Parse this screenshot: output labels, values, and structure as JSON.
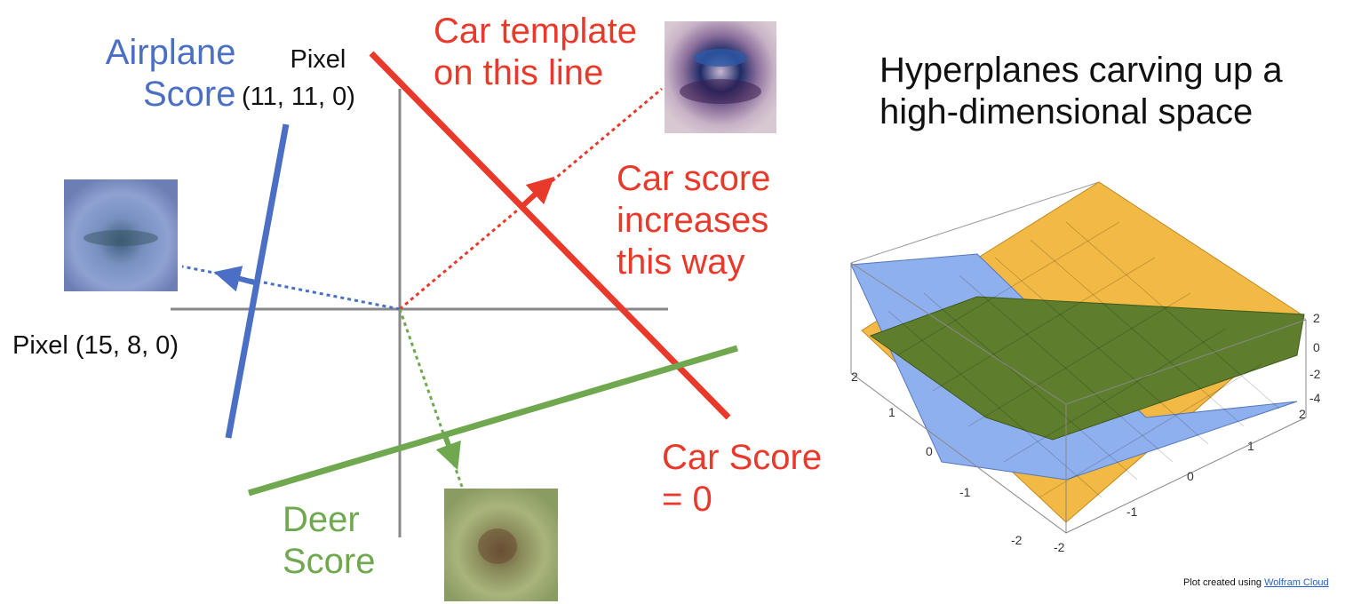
{
  "labels": {
    "airplane_score": [
      "Airplane",
      "Score"
    ],
    "pixel_11": [
      "Pixel",
      "(11, 11, 0)"
    ],
    "car_template": [
      "Car template",
      "on this line"
    ],
    "car_score_increases": [
      "Car score",
      "increases",
      "this way"
    ],
    "pixel_15": "Pixel (15, 8, 0)",
    "car_score_zero": [
      "Car Score",
      "= 0"
    ],
    "deer_score": [
      "Deer",
      "Score"
    ],
    "hyperplanes_title": [
      "Hyperplanes carving up a",
      "high-dimensional space"
    ],
    "credit_prefix": "Plot created using ",
    "credit_link": "Wolfram Cloud"
  },
  "thumbnails": [
    {
      "name": "car",
      "colors": [
        "#5d4b78",
        "#c7a8c4",
        "#1e2a5a",
        "#8a78a8"
      ]
    },
    {
      "name": "airplane",
      "colors": [
        "#6f86b8",
        "#9fb0d8",
        "#3f5c7e",
        "#7e93c4"
      ]
    },
    {
      "name": "deer",
      "colors": [
        "#8fa165",
        "#b5bf86",
        "#6d5a3a",
        "#9aaa70"
      ]
    }
  ],
  "plot3d": {
    "x_ticks": [
      "-2",
      "-1",
      "0",
      "1",
      "2"
    ],
    "y_ticks": [
      "-2",
      "-1",
      "0",
      "1",
      "2"
    ],
    "z_ticks": [
      "2",
      "0",
      "-2",
      "-4"
    ],
    "colors": {
      "blue": "#8fb0ef",
      "orange": "#f2b945",
      "green": "#5e7e2e"
    }
  }
}
